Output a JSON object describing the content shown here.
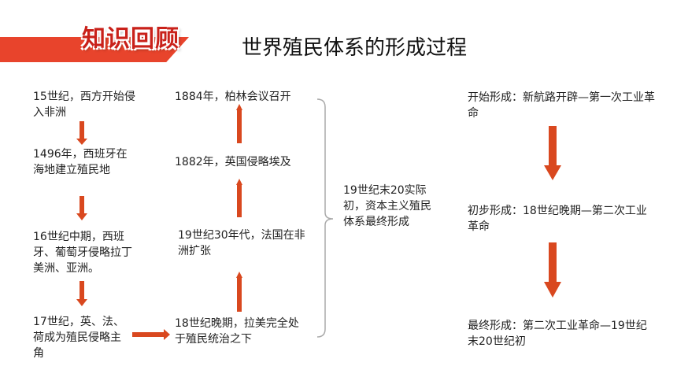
{
  "header": {
    "badge": "知识回顾",
    "title": "世界殖民体系的形成过程"
  },
  "left_column": [
    {
      "text": "15世纪，西方开始侵入非洲"
    },
    {
      "text": "1496年，西班牙在海地建立殖民地"
    },
    {
      "text": "16世纪中期，西班牙、葡萄牙侵略拉丁美洲、亚洲。"
    },
    {
      "text": "17世纪，英、法、荷成为殖民侵略主角"
    }
  ],
  "middle_column": [
    {
      "text": "1884年，柏林会议召开"
    },
    {
      "text": "1882年，英国侵略埃及"
    },
    {
      "text": "19世纪30年代，法国在非洲扩张"
    },
    {
      "text": "18世纪晚期，拉美完全处于殖民统治之下"
    }
  ],
  "summary": "19世纪末20实际初，资本主义殖民体系最终形成",
  "right_column": [
    {
      "text": "开始形成：新航路开辟—第一次工业革命"
    },
    {
      "text": "初步形成：18世纪晚期—第二次工业革命"
    },
    {
      "text": "最终形成：第二次工业革命—19世纪末20世纪初"
    }
  ],
  "colors": {
    "accent": "#e8442c",
    "arrow": "#d9481f",
    "badge_text": "#c9211a",
    "bracket": "#aaaaaa"
  }
}
